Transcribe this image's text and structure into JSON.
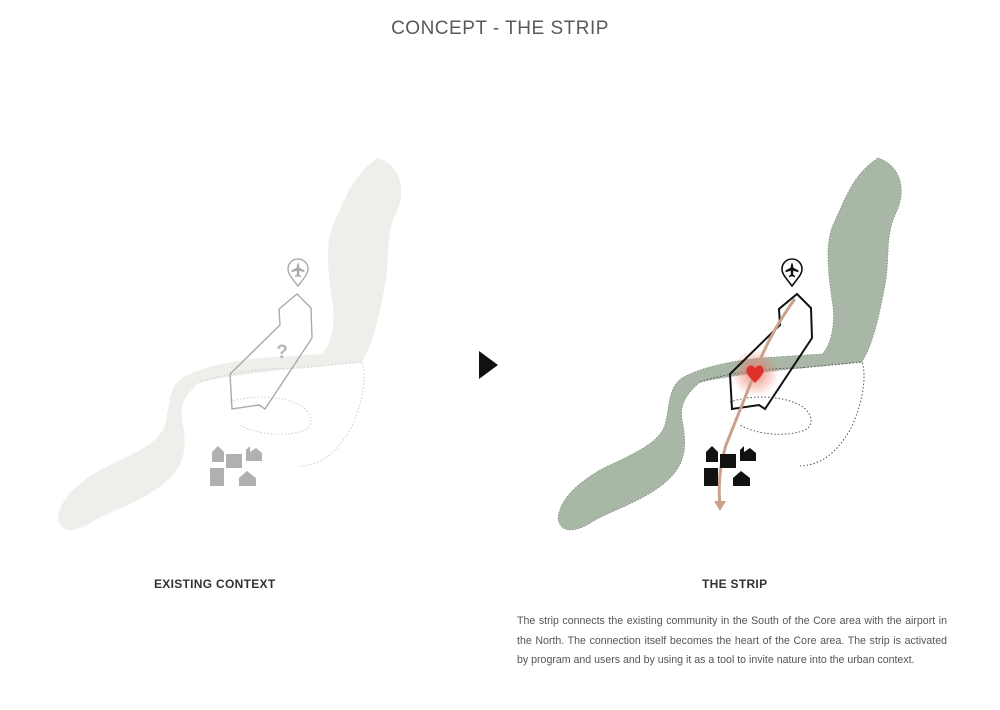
{
  "title": "CONCEPT - THE STRIP",
  "left_panel": {
    "caption": "EXISTING CONTEXT",
    "marker": "?"
  },
  "right_panel": {
    "caption": "THE STRIP",
    "description": "The strip connects the existing community in the South of the Core area with the airport in the North. The connection itself becomes the heart of the Core area. The strip is activated by program and users and by using it as a tool to invite nature into the urban context."
  },
  "colors": {
    "river_existing": "#ecefea",
    "river_strip": "#a9b7a6",
    "heart": "#e0302a",
    "strip_path": "#c9a08c",
    "outline_existing": "#aaaaaa",
    "outline_strip": "#111111"
  },
  "icons": [
    "airport-pin-icon",
    "buildings-icon",
    "play-arrow-icon",
    "heart-icon",
    "question-mark-icon"
  ]
}
